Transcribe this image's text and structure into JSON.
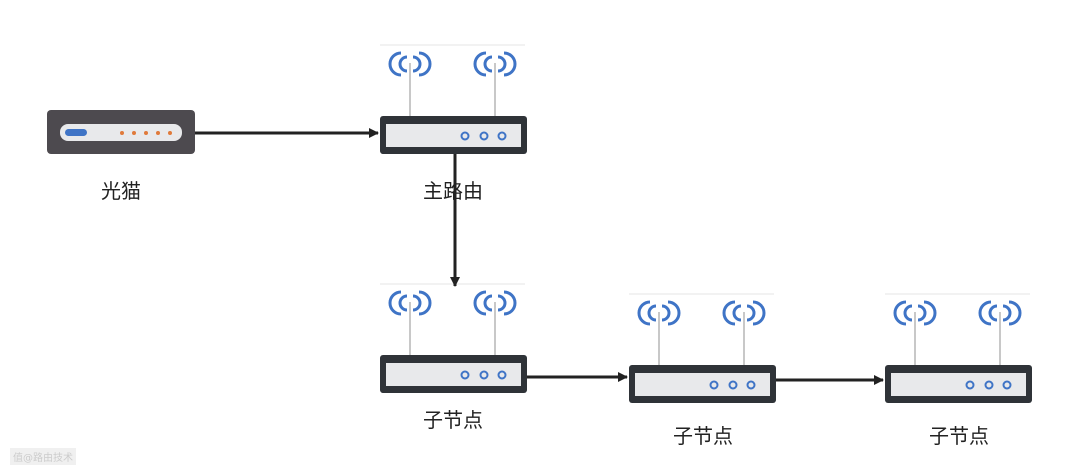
{
  "nodes": [
    {
      "id": "modem",
      "label": "光猫",
      "type": "modem"
    },
    {
      "id": "main_router",
      "label": "主路由",
      "type": "router"
    },
    {
      "id": "sub1",
      "label": "子节点",
      "type": "router"
    },
    {
      "id": "sub2",
      "label": "子节点",
      "type": "router"
    },
    {
      "id": "sub3",
      "label": "子节点",
      "type": "router"
    }
  ],
  "edges": [
    {
      "from": "modem",
      "to": "main_router"
    },
    {
      "from": "main_router",
      "to": "sub1"
    },
    {
      "from": "sub1",
      "to": "sub2"
    },
    {
      "from": "sub2",
      "to": "sub3"
    }
  ],
  "colors": {
    "device_body": "#2f3338",
    "device_face": "#e8e9eb",
    "led_blue": "#3f74c6",
    "led_orange": "#e07a3a",
    "arrow": "#222222",
    "antenna": "#c8c8c8",
    "modem_body": "#4d4a4f"
  },
  "watermark": "值@路由技术"
}
